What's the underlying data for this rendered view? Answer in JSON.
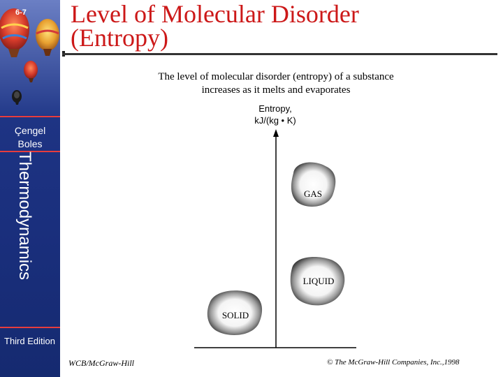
{
  "slide": {
    "number": "6-7",
    "title_line1": "Level of Molecular Disorder",
    "title_line2": "(Entropy)",
    "caption_line1": "The level of molecular disorder (entropy) of a substance",
    "caption_line2": "increases as it melts and evaporates"
  },
  "sidebar": {
    "author_line1": "Çengel",
    "author_line2": "Boles",
    "book_title": "Thermodynamics",
    "edition": "Third Edition"
  },
  "figure": {
    "axis_label_line1": "Entropy,",
    "axis_label_line2": "kJ/(kg • K)",
    "phases": [
      "GAS",
      "LIQUID",
      "SOLID"
    ]
  },
  "footer": {
    "publisher_left": "WCB/McGraw-Hill",
    "copyright": "© The McGraw-Hill Companies, Inc.,1998"
  },
  "colors": {
    "sidebar": "#1e3484",
    "title": "#cc1818",
    "accent_line": "#e63d3d"
  }
}
